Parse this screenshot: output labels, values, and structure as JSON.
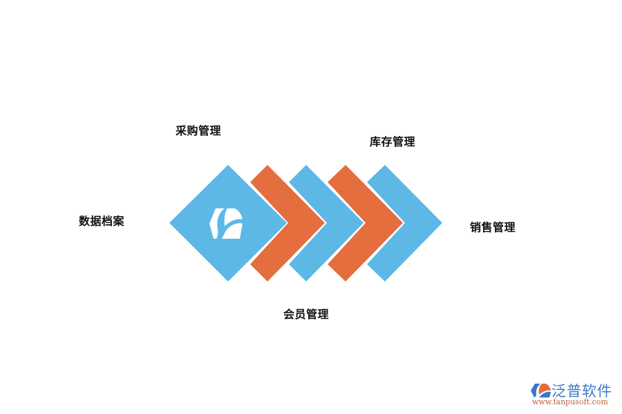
{
  "diagram": {
    "title": "",
    "colors": {
      "blue": "#5db8e6",
      "orange": "#e46e3e",
      "label": "#111111"
    },
    "center_icon": "fanpu-logo-icon",
    "labels": [
      {
        "id": "data-archive",
        "text": "数据档案"
      },
      {
        "id": "purchase",
        "text": "采购管理"
      },
      {
        "id": "inventory",
        "text": "库存管理"
      },
      {
        "id": "sales",
        "text": "销售管理"
      },
      {
        "id": "member",
        "text": "会员管理"
      }
    ],
    "chevrons": [
      {
        "color": "orange"
      },
      {
        "color": "blue"
      },
      {
        "color": "orange"
      },
      {
        "color": "blue"
      }
    ]
  },
  "brand": {
    "name": "泛普软件",
    "url": "www.fanpusoft.com"
  }
}
